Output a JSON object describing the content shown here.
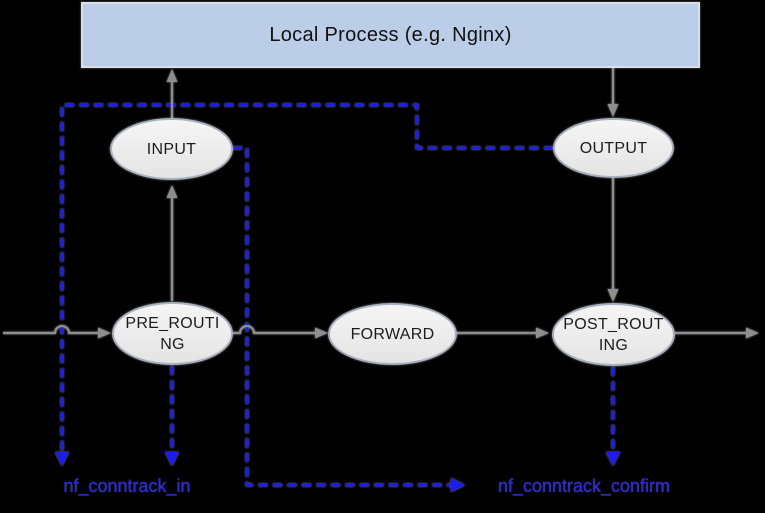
{
  "diagram": {
    "process_box": {
      "label": "Local Process (e.g. Nginx)"
    },
    "chain_nodes": {
      "input": {
        "label": "INPUT"
      },
      "output": {
        "label": "OUTPUT"
      },
      "pre_routing": {
        "label": "PRE_ROUTING",
        "line1": "PRE_ROUTI",
        "line2": "NG"
      },
      "forward": {
        "label": "FORWARD"
      },
      "post_routing": {
        "label": "POST_ROUTING",
        "line1": "POST_ROUT",
        "line2": "ING"
      }
    },
    "hook_labels": {
      "nf_conntrack_in": "nf_conntrack_in",
      "nf_conntrack_confirm": "nf_conntrack_confirm"
    },
    "colors": {
      "background": "#000000",
      "process_fill": "#bccde8",
      "process_border": "#d9dee7",
      "ellipse_fill": "#eeeeee",
      "ellipse_border": "#a9b0be",
      "connector_gray": "#8d8d8d",
      "conntrack_blue": "#1c1cf0",
      "hook_text_blue": "#2626f0",
      "node_text": "#1c1c1c"
    }
  }
}
